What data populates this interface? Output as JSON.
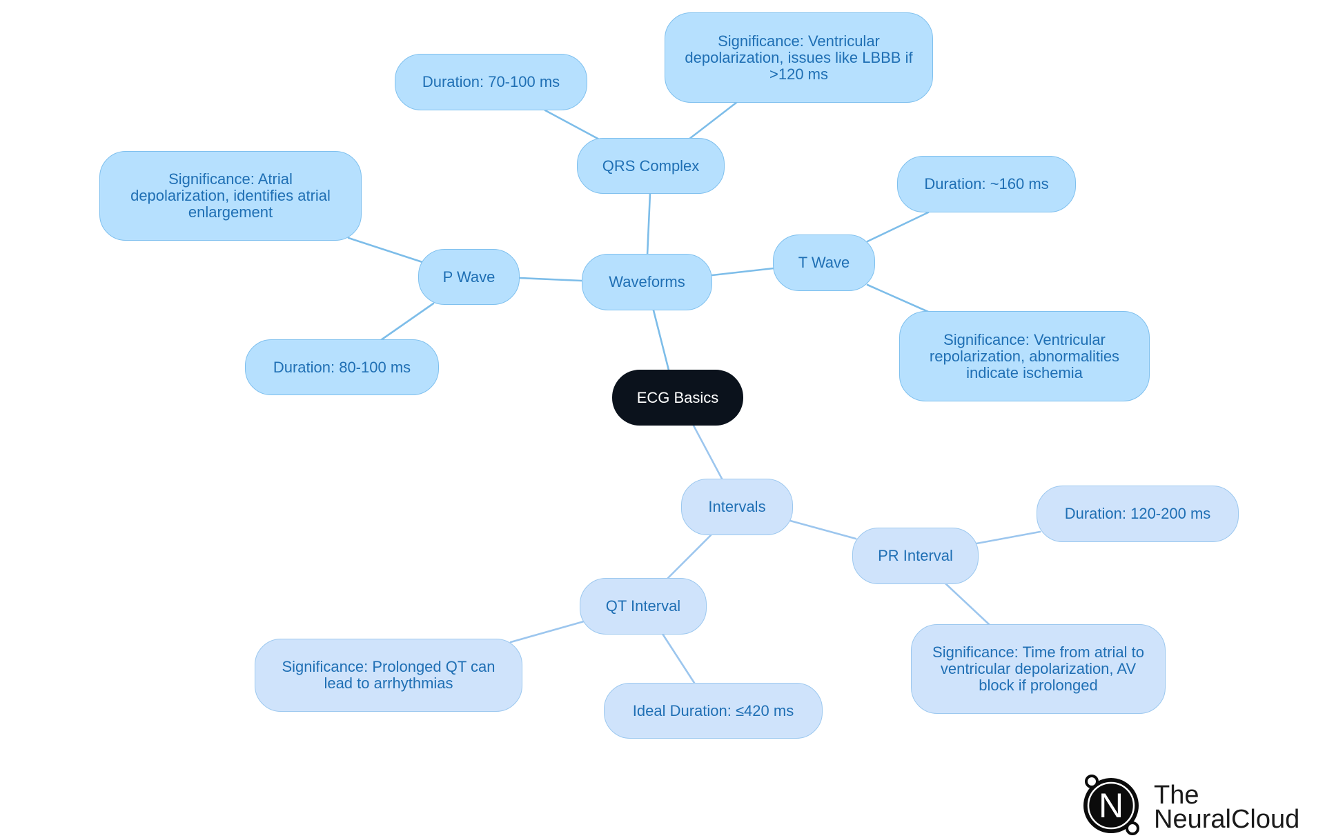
{
  "diagram": {
    "root": "ECG Basics",
    "nodes": {
      "waveforms": "Waveforms",
      "qrs": "QRS Complex",
      "qrs_duration": "Duration: 70-100 ms",
      "qrs_significance": "Significance: Ventricular depolarization, issues like LBBB if >120 ms",
      "p_wave": "P Wave",
      "p_significance": "Significance: Atrial depolarization, identifies atrial enlargement",
      "p_duration": "Duration: 80-100 ms",
      "t_wave": "T Wave",
      "t_duration": "Duration: ~160 ms",
      "t_significance": "Significance: Ventricular repolarization, abnormalities indicate ischemia",
      "intervals": "Intervals",
      "pr_interval": "PR Interval",
      "pr_duration": "Duration: 120-200 ms",
      "pr_significance": "Significance: Time from atrial to ventricular depolarization, AV block if prolonged",
      "qt_interval": "QT Interval",
      "qt_significance": "Significance: Prolonged QT can lead to arrhythmias",
      "qt_duration": "Ideal Duration: ≤420 ms"
    },
    "colors": {
      "upper_fill": "#b6e0fe",
      "lower_fill": "#cfe3fb",
      "root_fill": "#0b121c",
      "text": "#1f6fb4",
      "edge_upper": "#7dbde9",
      "edge_lower": "#9cc6ee"
    }
  },
  "brand": {
    "logo_letter": "N",
    "line1": "The",
    "line2": "NeuralCloud",
    "icon": "neuralcloud-logo-icon"
  }
}
